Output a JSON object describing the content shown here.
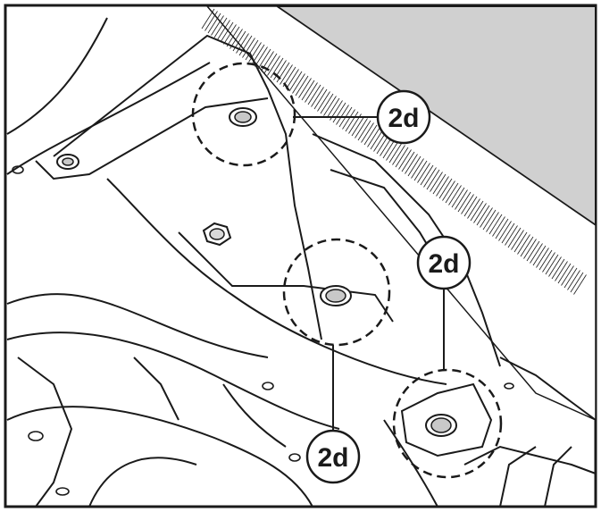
{
  "figure": {
    "callouts": [
      {
        "label": "2d",
        "target": "upper-bracket-bolt"
      },
      {
        "label": "2d",
        "target": "right-bracket-bolt"
      },
      {
        "label": "2d",
        "target": "center-bolt"
      }
    ],
    "colors": {
      "background": "#ffffff",
      "line": "#1a1a1a",
      "panel_gray": "#d0d0d0",
      "bolt_fill": "#c8c8c8"
    }
  }
}
